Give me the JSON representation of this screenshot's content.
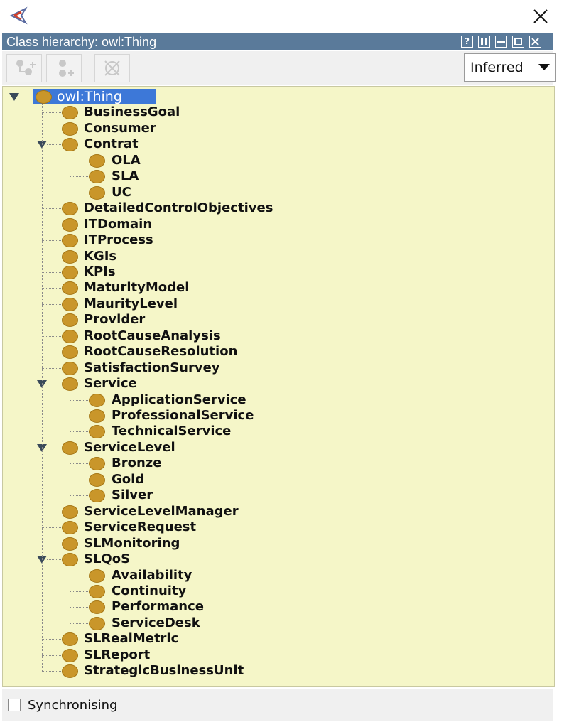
{
  "view": {
    "title": "Class hierarchy: owl:Thing",
    "header_buttons": [
      "?",
      "",
      "",
      "",
      ""
    ]
  },
  "toolbar": {
    "reasoner_mode": "Inferred"
  },
  "tree": {
    "root": "owl:Thing",
    "children": [
      {
        "label": "BusinessGoal"
      },
      {
        "label": "Consumer"
      },
      {
        "label": "Contrat",
        "children": [
          "OLA",
          "SLA",
          "UC"
        ]
      },
      {
        "label": "DetailedControlObjectives"
      },
      {
        "label": "ITDomain"
      },
      {
        "label": "ITProcess"
      },
      {
        "label": "KGIs"
      },
      {
        "label": "KPIs"
      },
      {
        "label": "MaturityModel"
      },
      {
        "label": "MaurityLevel"
      },
      {
        "label": "Provider"
      },
      {
        "label": "RootCauseAnalysis"
      },
      {
        "label": "RootCauseResolution"
      },
      {
        "label": "SatisfactionSurvey"
      },
      {
        "label": "Service",
        "children": [
          "ApplicationService",
          "ProfessionalService",
          "TechnicalService"
        ]
      },
      {
        "label": "ServiceLevel",
        "children": [
          "Bronze",
          "Gold",
          "Silver"
        ]
      },
      {
        "label": "ServiceLevelManager"
      },
      {
        "label": "ServiceRequest"
      },
      {
        "label": "SLMonitoring"
      },
      {
        "label": "SLQoS",
        "children": [
          "Availability",
          "Continuity",
          "Performance",
          "ServiceDesk"
        ]
      },
      {
        "label": "SLRealMetric"
      },
      {
        "label": "SLReport"
      },
      {
        "label": "StrategicBusinessUnit"
      }
    ]
  },
  "status": {
    "synchronising_label": "Synchronising",
    "synchronising_checked": false
  }
}
